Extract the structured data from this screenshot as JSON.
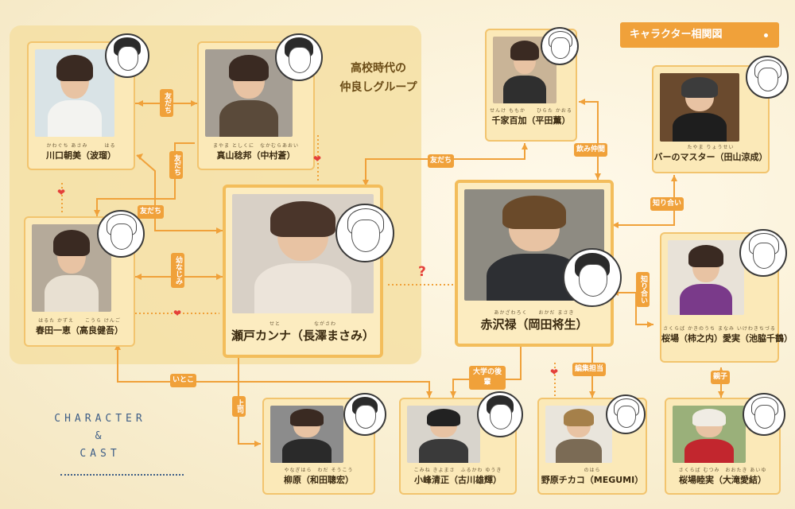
{
  "header": {
    "title": "キャラクター相関図"
  },
  "group": {
    "label_line1": "高校時代の",
    "label_line2": "仲良しグループ"
  },
  "cast_label": {
    "line1": "CHARACTER",
    "line2": "&",
    "line3": "CAST"
  },
  "characters": {
    "kawaguchi": {
      "ruby": "かわぐち あさみ　　　はる",
      "name": "川口朝美（波瑠）"
    },
    "mayama": {
      "ruby": "まやま としくに　なかむらあおい",
      "name": "真山稔邦（中村蒼）"
    },
    "haruta": {
      "ruby": "はるた かずえ　　こうら けんご",
      "name": "春田一恵（高良健吾）"
    },
    "seto": {
      "ruby": "せと　　　　　　ながさわ",
      "name": "瀬戸カンナ（長澤まさみ）"
    },
    "senke": {
      "ruby": "せんけ ももか　　ひらた かおる",
      "name": "千家百加（平田薫）"
    },
    "akazawa": {
      "ruby": "あかざわろく　　おかだ まさき",
      "name": "赤沢禄（岡田将生）"
    },
    "master": {
      "ruby": "たやま りょうせい",
      "name": "バーのマスター（田山涼成）"
    },
    "sakuraba": {
      "ruby": "さくらば かきのうち まなみ いけわきちづる",
      "name": "桜場（柿之内）愛実（池脇千鶴）"
    },
    "yanagihara": {
      "ruby": "やなぎはら　わだ そうこう",
      "name": "柳原（和田聰宏）"
    },
    "komine": {
      "ruby": "こみね きよまさ　ふるかわ ゆうき",
      "name": "小峰清正（古川雄輝）"
    },
    "nohara": {
      "ruby": "のはら",
      "name": "野原チカコ（MEGUMI）"
    },
    "mutsumi": {
      "ruby": "さくらば むつみ　おおたき あいゆ",
      "name": "桜場睦実（大滝愛結）"
    }
  },
  "relations": {
    "tomodachi1": "友だち",
    "tomodachi2": "友だち",
    "tomodachi3": "友だち",
    "tomodachi4": "友だち",
    "osananajimi": "幼なじみ",
    "nomi_nakama": "飲み仲間",
    "shiriai1": "知り合い",
    "shiriai2": "知り合い",
    "itoko": "いとこ",
    "joushi": "上司",
    "daigaku_kouhai": "大学の後輩",
    "henshu_tantou": "編集担当",
    "oyako": "親子"
  },
  "colors": {
    "accent": "#f0a13a",
    "line": "#f0a13a",
    "heart": "#e4403a",
    "cast_text": "#3e5e87",
    "panel": "#f4dfa3"
  }
}
